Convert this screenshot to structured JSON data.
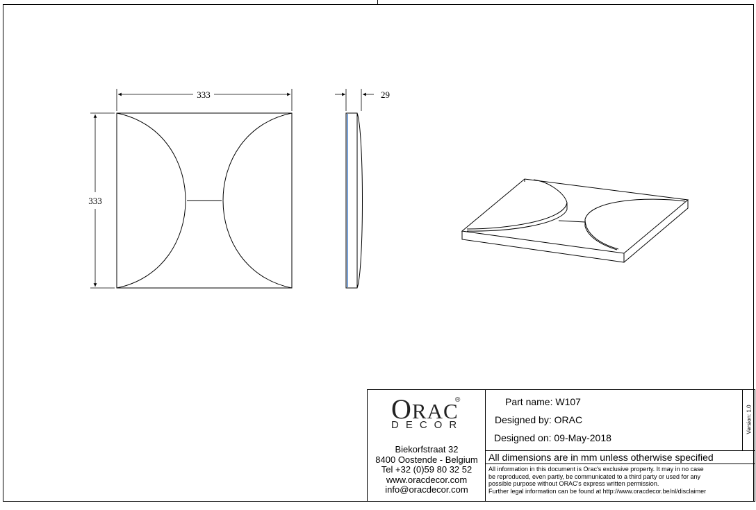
{
  "drawing": {
    "front_view": {
      "width_dim": "333",
      "height_dim": "333"
    },
    "side_view": {
      "thickness_dim": "29"
    }
  },
  "title_block": {
    "logo": {
      "main_first": "O",
      "main_rest": "RAC",
      "registered": "®",
      "sub": "DECOR"
    },
    "address": [
      "Biekorfstraat 32",
      "8400 Oostende - Belgium",
      "Tel  +32 (0)59 80 32 52",
      "www.oracdecor.com",
      "info@oracdecor.com"
    ],
    "part_name": {
      "label": "Part name:",
      "value": "W107"
    },
    "designed_by": {
      "label": "Designed by:",
      "value": "ORAC"
    },
    "designed_on": {
      "label": "Designed on:",
      "value": "09-May-2018"
    },
    "version": "Version: 1.0",
    "dimensions_note": "All dimensions are in mm unless otherwise specified",
    "legal": [
      "All information in this document is Orac's exclusive property.  It may in no case",
      "be reproduced, even partly, be communicated to a third party or used for any",
      "possible purpose without ORAC's express written permission.",
      "Further legal information can be found at http://www.oracdecor.be/nl/disclaimer"
    ]
  }
}
